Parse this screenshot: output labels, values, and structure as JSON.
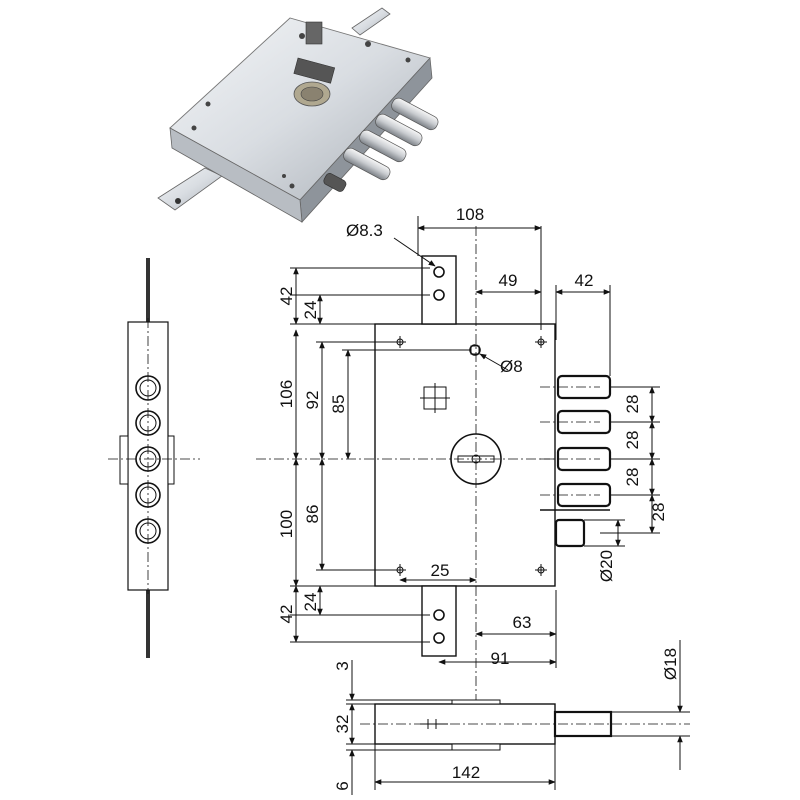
{
  "image": {
    "description_icon": "lock-photo-icon"
  },
  "dimensions": {
    "top_width": "108",
    "pin_diameter": "Ø8.3",
    "plate_offset": "49",
    "bolt_length": "42",
    "top_plate_42": "42",
    "top_plate_24": "24",
    "upper_106": "106",
    "upper_92": "92",
    "upper_85": "85",
    "hole_diameter": "Ø8",
    "pitch_1": "28",
    "pitch_2": "28",
    "pitch_3": "28",
    "pitch_4": "28",
    "lower_100": "100",
    "lower_86": "86",
    "bottom_25": "25",
    "bolt_diameter_20": "Ø20",
    "bottom_plate_24": "24",
    "bottom_plate_42": "42",
    "offset_63": "63",
    "offset_91": "91",
    "depth_3": "3",
    "depth_32": "32",
    "bolt_diameter_18": "Ø18",
    "depth_142": "142",
    "depth_6": "6"
  }
}
